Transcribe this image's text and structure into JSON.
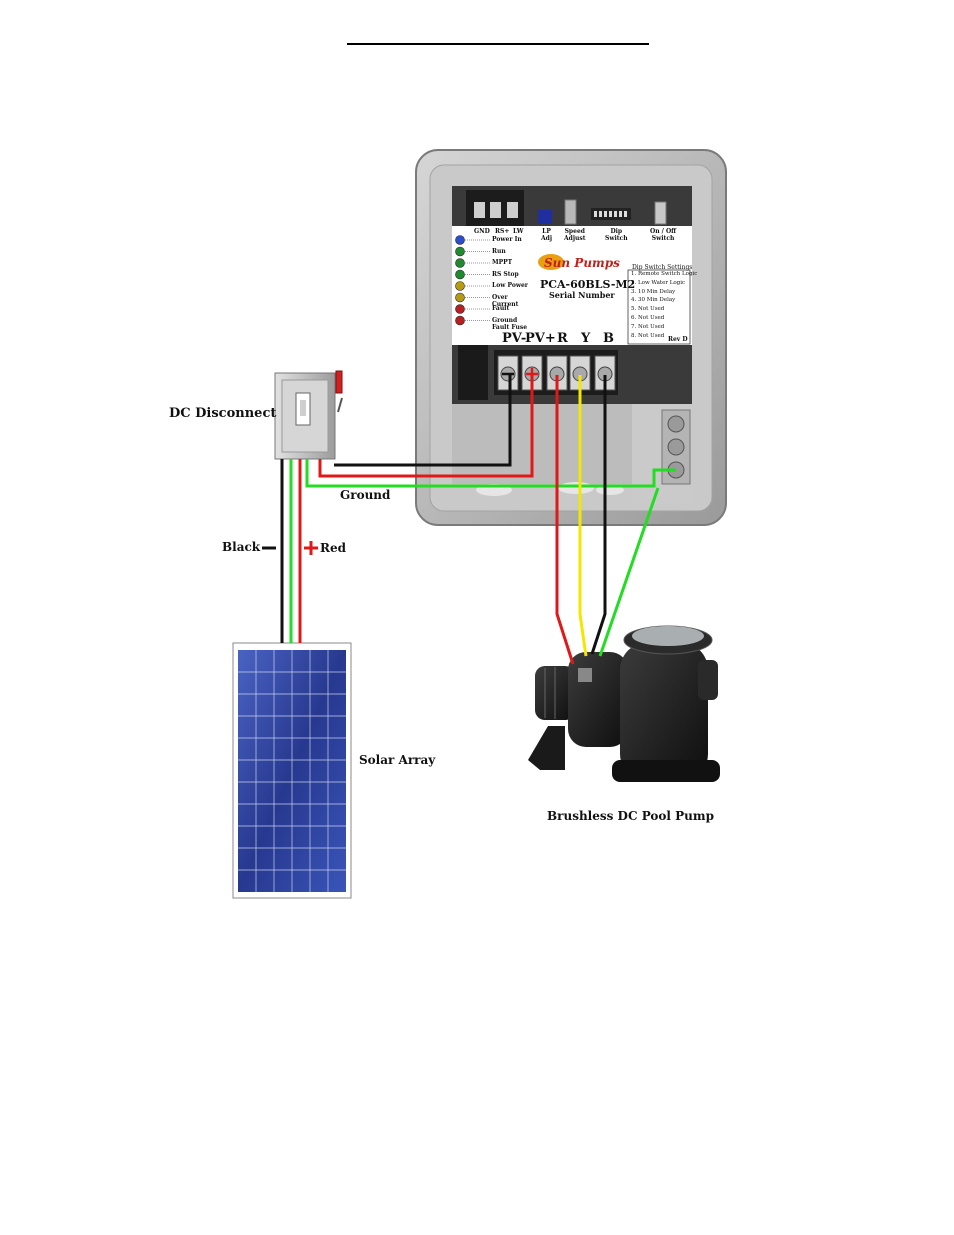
{
  "labels": {
    "dc_disconnect": "DC Disconnect",
    "ground": "Ground",
    "black": "Black",
    "red": "Red",
    "solar_array": "Solar Array",
    "pump": "Brushless DC Pool Pump"
  },
  "controller": {
    "model": "PCA-60BLS-M2",
    "serial": "Serial Number",
    "brand": "Sun Pumps",
    "top_labels": [
      {
        "line1": "GND",
        "line2": ""
      },
      {
        "line1": "RS+",
        "line2": ""
      },
      {
        "line1": "LW",
        "line2": ""
      },
      {
        "line1": "LP",
        "line2": "Adj"
      },
      {
        "line1": "Speed",
        "line2": "Adjust"
      },
      {
        "line1": "Dip",
        "line2": "Switch"
      },
      {
        "line1": "On / Off",
        "line2": "Switch"
      }
    ],
    "leds": [
      {
        "label": "Power In",
        "color": "#2a4fc9"
      },
      {
        "label": "Run",
        "color": "#1f8a2f"
      },
      {
        "label": "MPPT",
        "color": "#1f8a2f"
      },
      {
        "label": "RS Stop",
        "color": "#1f8a2f"
      },
      {
        "label": "Low Power",
        "color": "#b59a12"
      },
      {
        "label": "Over Current",
        "color": "#b59a12"
      },
      {
        "label": "Fault",
        "color": "#b52020"
      },
      {
        "label": "Ground Fault Fuse",
        "color": "#b52020"
      }
    ],
    "dip_title": "Dip Switch Settings",
    "dip_items": [
      "1. Remote Switch Logic",
      "2. Low Water Logic",
      "3. 10 Min Delay",
      "4. 30 Min Delay",
      "5. Not Used",
      "6. Not Used",
      "7. Not Used",
      "8. Not Used"
    ],
    "rev": "Rev D",
    "terminals": [
      "PV-",
      "PV+",
      "R",
      "Y",
      "B"
    ]
  },
  "colors": {
    "red_wire": "#e01818",
    "black_wire": "#111111",
    "green_wire": "#22dd22",
    "yellow_wire": "#f0e800",
    "enclosure": "#bdbdbd",
    "panel": "#3a3a3a"
  }
}
